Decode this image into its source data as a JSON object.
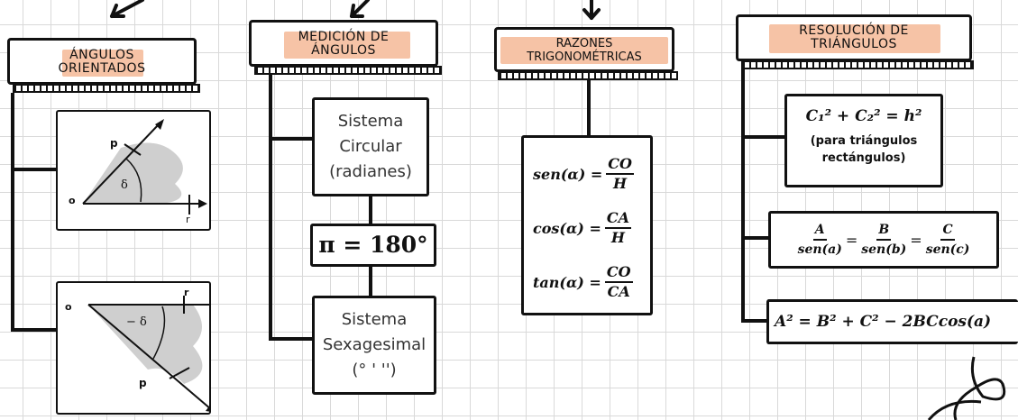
{
  "columns": {
    "angulos_orientados": {
      "title": "ÁNGULOS\nORIENTADOS"
    },
    "medicion": {
      "title": "MEDICIÓN DE\nÁNGULOS",
      "box1": "Sistema\nCircular\n(radianes)",
      "pi_eq": "π = 180°",
      "box2": "Sistema\nSexagesimal\n(°  '   '')"
    },
    "razones": {
      "title": "RAZONES\nTRIGONOMÉTRICAS",
      "rows": [
        {
          "lhs": "sen(α) =",
          "num": "CO",
          "den": "H"
        },
        {
          "lhs": "cos(α) =",
          "num": "CA",
          "den": "H"
        },
        {
          "lhs": "tan(α) =",
          "num": "CO",
          "den": "CA"
        }
      ]
    },
    "resolucion": {
      "title": "RESOLUCIÓN DE\nTRIÁNGULOS",
      "pythagoras": "C₁² + C₂² = h²",
      "pythagoras_note": "(para triángulos\nrectángulos)",
      "sine_law": [
        {
          "num": "A",
          "den": "sen(a)"
        },
        {
          "num": "B",
          "den": "sen(b)"
        },
        {
          "num": "C",
          "den": "sen(c)"
        }
      ],
      "sine_law_eq": "=",
      "cosine_law": "A² = B² + C² − 2BCcos(a)"
    }
  },
  "figures": {
    "fig1": {
      "p": "p",
      "delta": "δ",
      "o": "o",
      "r": "r"
    },
    "fig2": {
      "o": "o",
      "r": "r",
      "delta": "− δ",
      "p": "p"
    }
  }
}
